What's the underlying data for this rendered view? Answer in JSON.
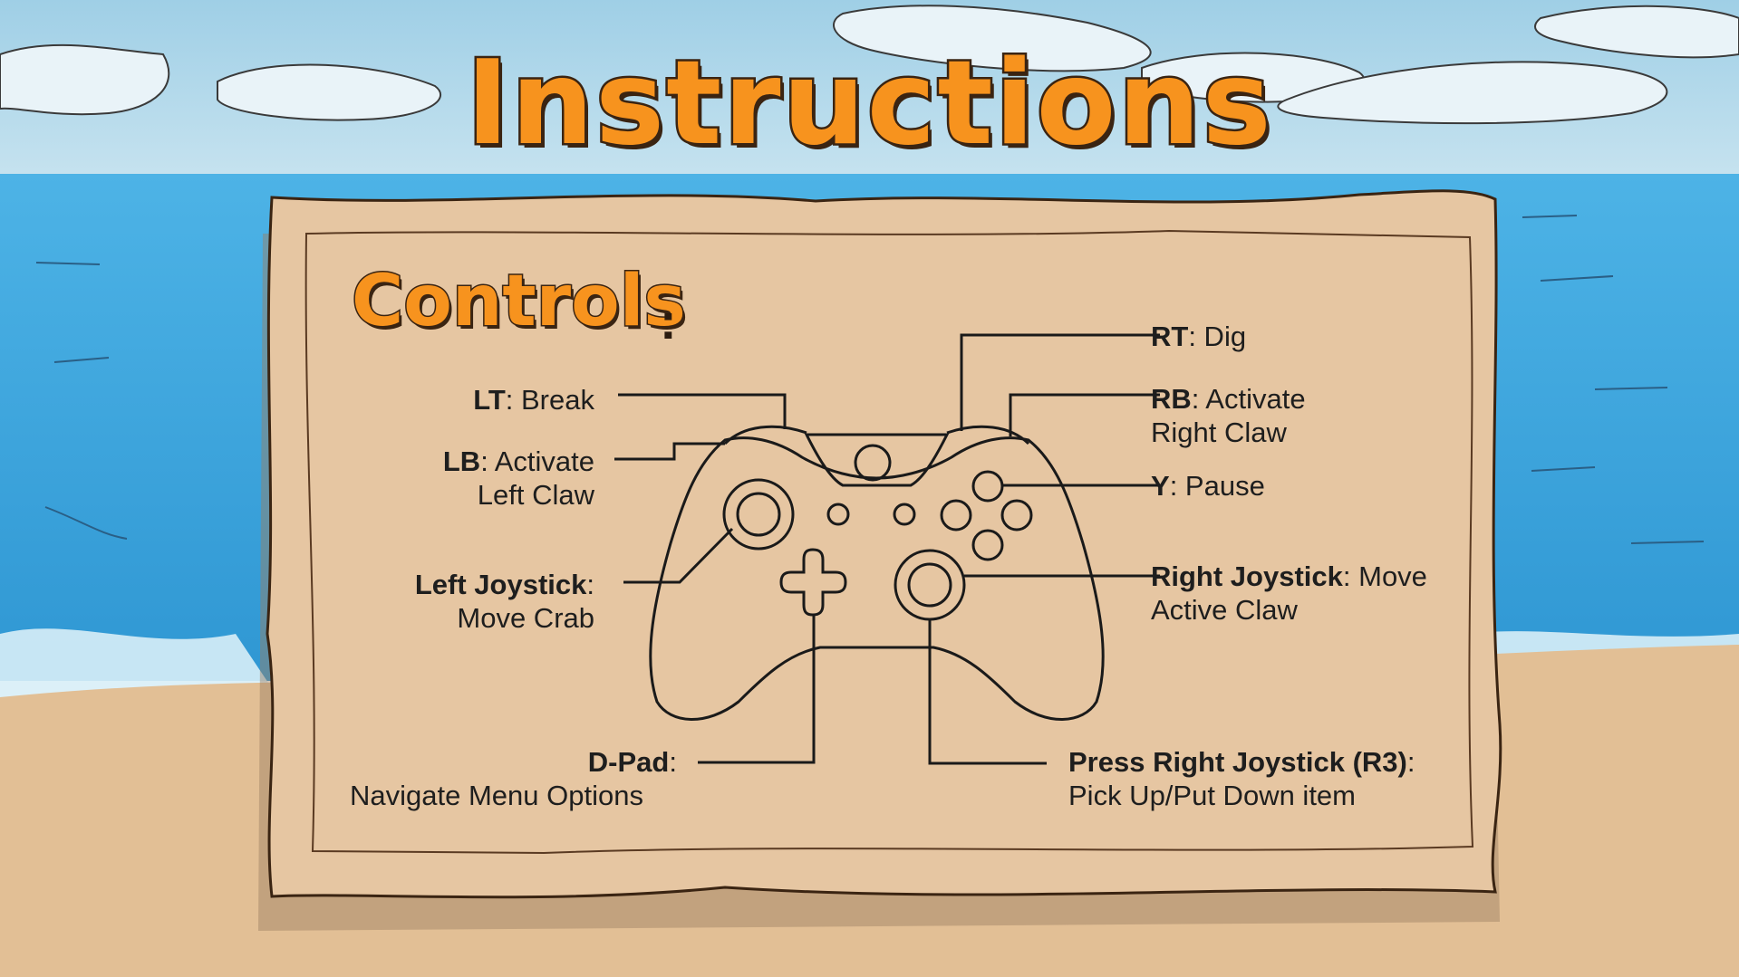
{
  "screen": {
    "title": "Instructions",
    "section_heading": "Controls",
    "section_colon": ":"
  },
  "controls": {
    "rt": {
      "key": "RT",
      "action": ": Dig"
    },
    "rb": {
      "key": "RB",
      "action": ": Activate",
      "action_line2": "Right Claw"
    },
    "y": {
      "key": "Y",
      "action": ": Pause"
    },
    "right_joystick": {
      "key": "Right Joystick",
      "action": ": Move",
      "action_line2": "Active Claw"
    },
    "r3": {
      "key": "Press Right Joystick (R3)",
      "action": ":",
      "action_line2": "Pick Up/Put Down item"
    },
    "lt": {
      "key": "LT",
      "action": ": Break"
    },
    "lb": {
      "key": "LB",
      "action": ": Activate",
      "action_line2": "Left Claw"
    },
    "left_joystick": {
      "key": "Left Joystick",
      "action": ":",
      "action_line2": "Move Crab"
    },
    "dpad": {
      "key": "D-Pad",
      "action": ":",
      "action_line2": "Navigate Menu Options"
    }
  },
  "colors": {
    "sky": "#a9d4e8",
    "sea": "#3fa9e0",
    "sand": "#e2bf95",
    "parchment": "#e6c6a2",
    "title_orange": "#f7931e",
    "outline": "#3a2412"
  }
}
